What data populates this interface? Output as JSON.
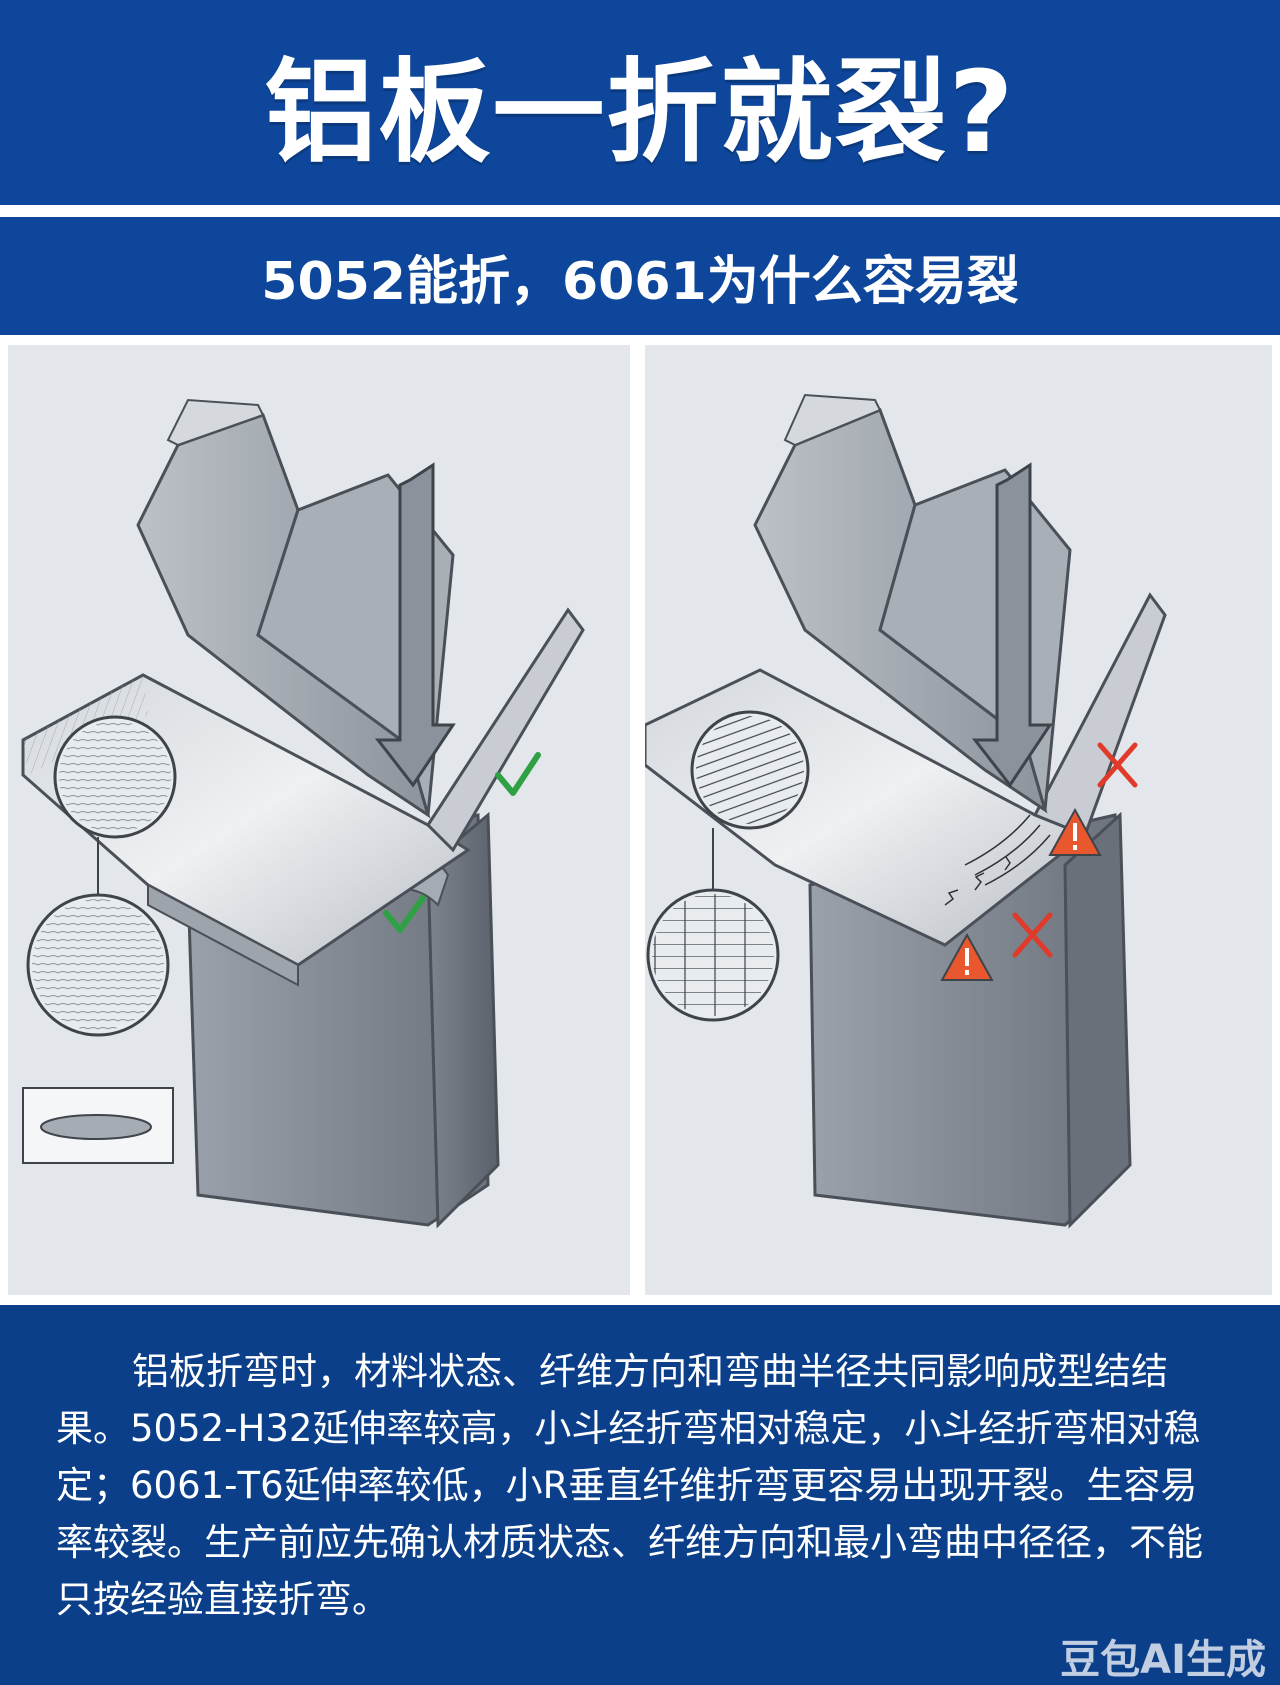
{
  "header": {
    "title": "铝板一折就裂?",
    "subtitle": "5052能折，6061为什么容易裂"
  },
  "panels": {
    "left": {
      "status": "ok",
      "marks": [
        "check-icon",
        "check-icon"
      ]
    },
    "right": {
      "status": "crack",
      "marks": [
        "cross-icon",
        "warning-icon",
        "cross-icon",
        "warning-icon"
      ]
    }
  },
  "colors": {
    "brand_blue": "#0d469a",
    "check_green": "#2fa043",
    "warning_orange": "#e8572e",
    "cross_red": "#e03a2a"
  },
  "description": "铝板折弯时，材料状态、纤维方向和弯曲半径共同影响成型结结果。5052-H32延伸率较高，小斗经折弯相对稳定，小斗经折弯相对稳定；6061-T6延伸率较低，小R垂直纤维折弯更容易出现开裂。生容易率较裂。生产前应先确认材质状态、纤维方向和最小弯曲中径径，不能只按经验直接折弯。",
  "watermark": "豆包AI生成"
}
